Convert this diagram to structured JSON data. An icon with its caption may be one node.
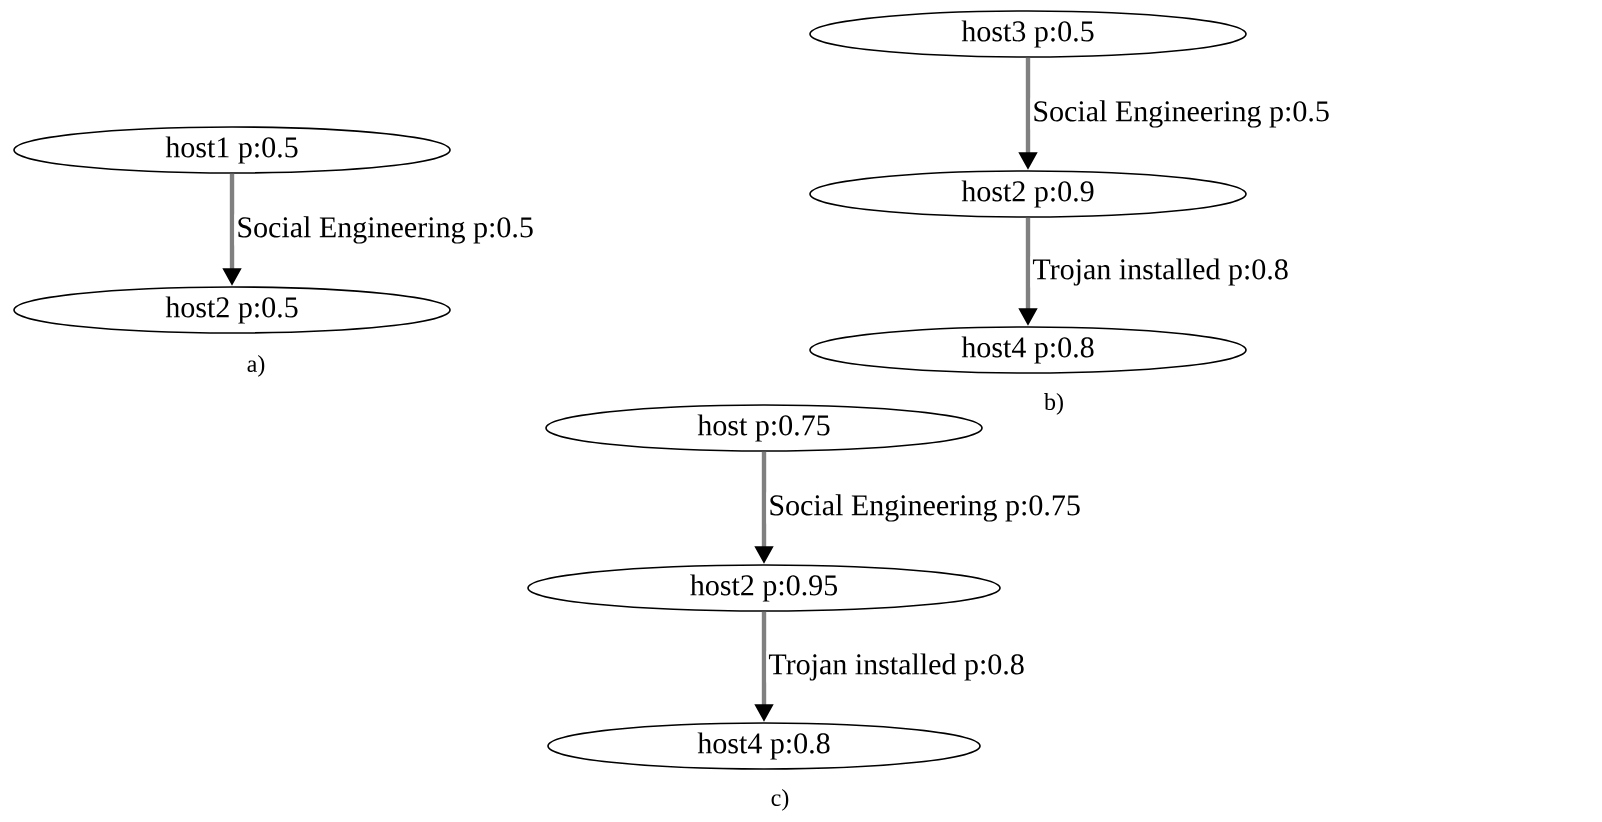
{
  "diagram": {
    "nodes": [
      {
        "text": [
          "host1 p:0.5"
        ]
      },
      {
        "text": [
          "host2 p:0.5"
        ]
      },
      {
        "text": [
          "host3 p:0.5"
        ]
      },
      {
        "text": [
          "host2 p:0.9"
        ]
      },
      {
        "text": [
          "host4 p:0.8"
        ]
      },
      {
        "text": [
          "host p:0.75"
        ]
      },
      {
        "text": [
          "host2 p:0.95"
        ]
      },
      {
        "text": [
          "host4 p:0.8"
        ]
      }
    ],
    "edges": [
      {
        "from": 0,
        "to": 1,
        "arrow": "to",
        "label": "Social Engineering p:0.5"
      },
      {
        "from": 2,
        "to": 3,
        "arrow": "to",
        "label": "Social Engineering p:0.5"
      },
      {
        "from": 3,
        "to": 4,
        "arrow": "to",
        "label": "Trojan installed p:0.8"
      },
      {
        "from": 5,
        "to": 6,
        "arrow": "to",
        "label": "Social Engineering p:0.75"
      },
      {
        "from": 6,
        "to": 7,
        "arrow": "to",
        "label": "Trojan installed p:0.8"
      }
    ],
    "labels": [
      "a)",
      "b)",
      "c)"
    ]
  }
}
